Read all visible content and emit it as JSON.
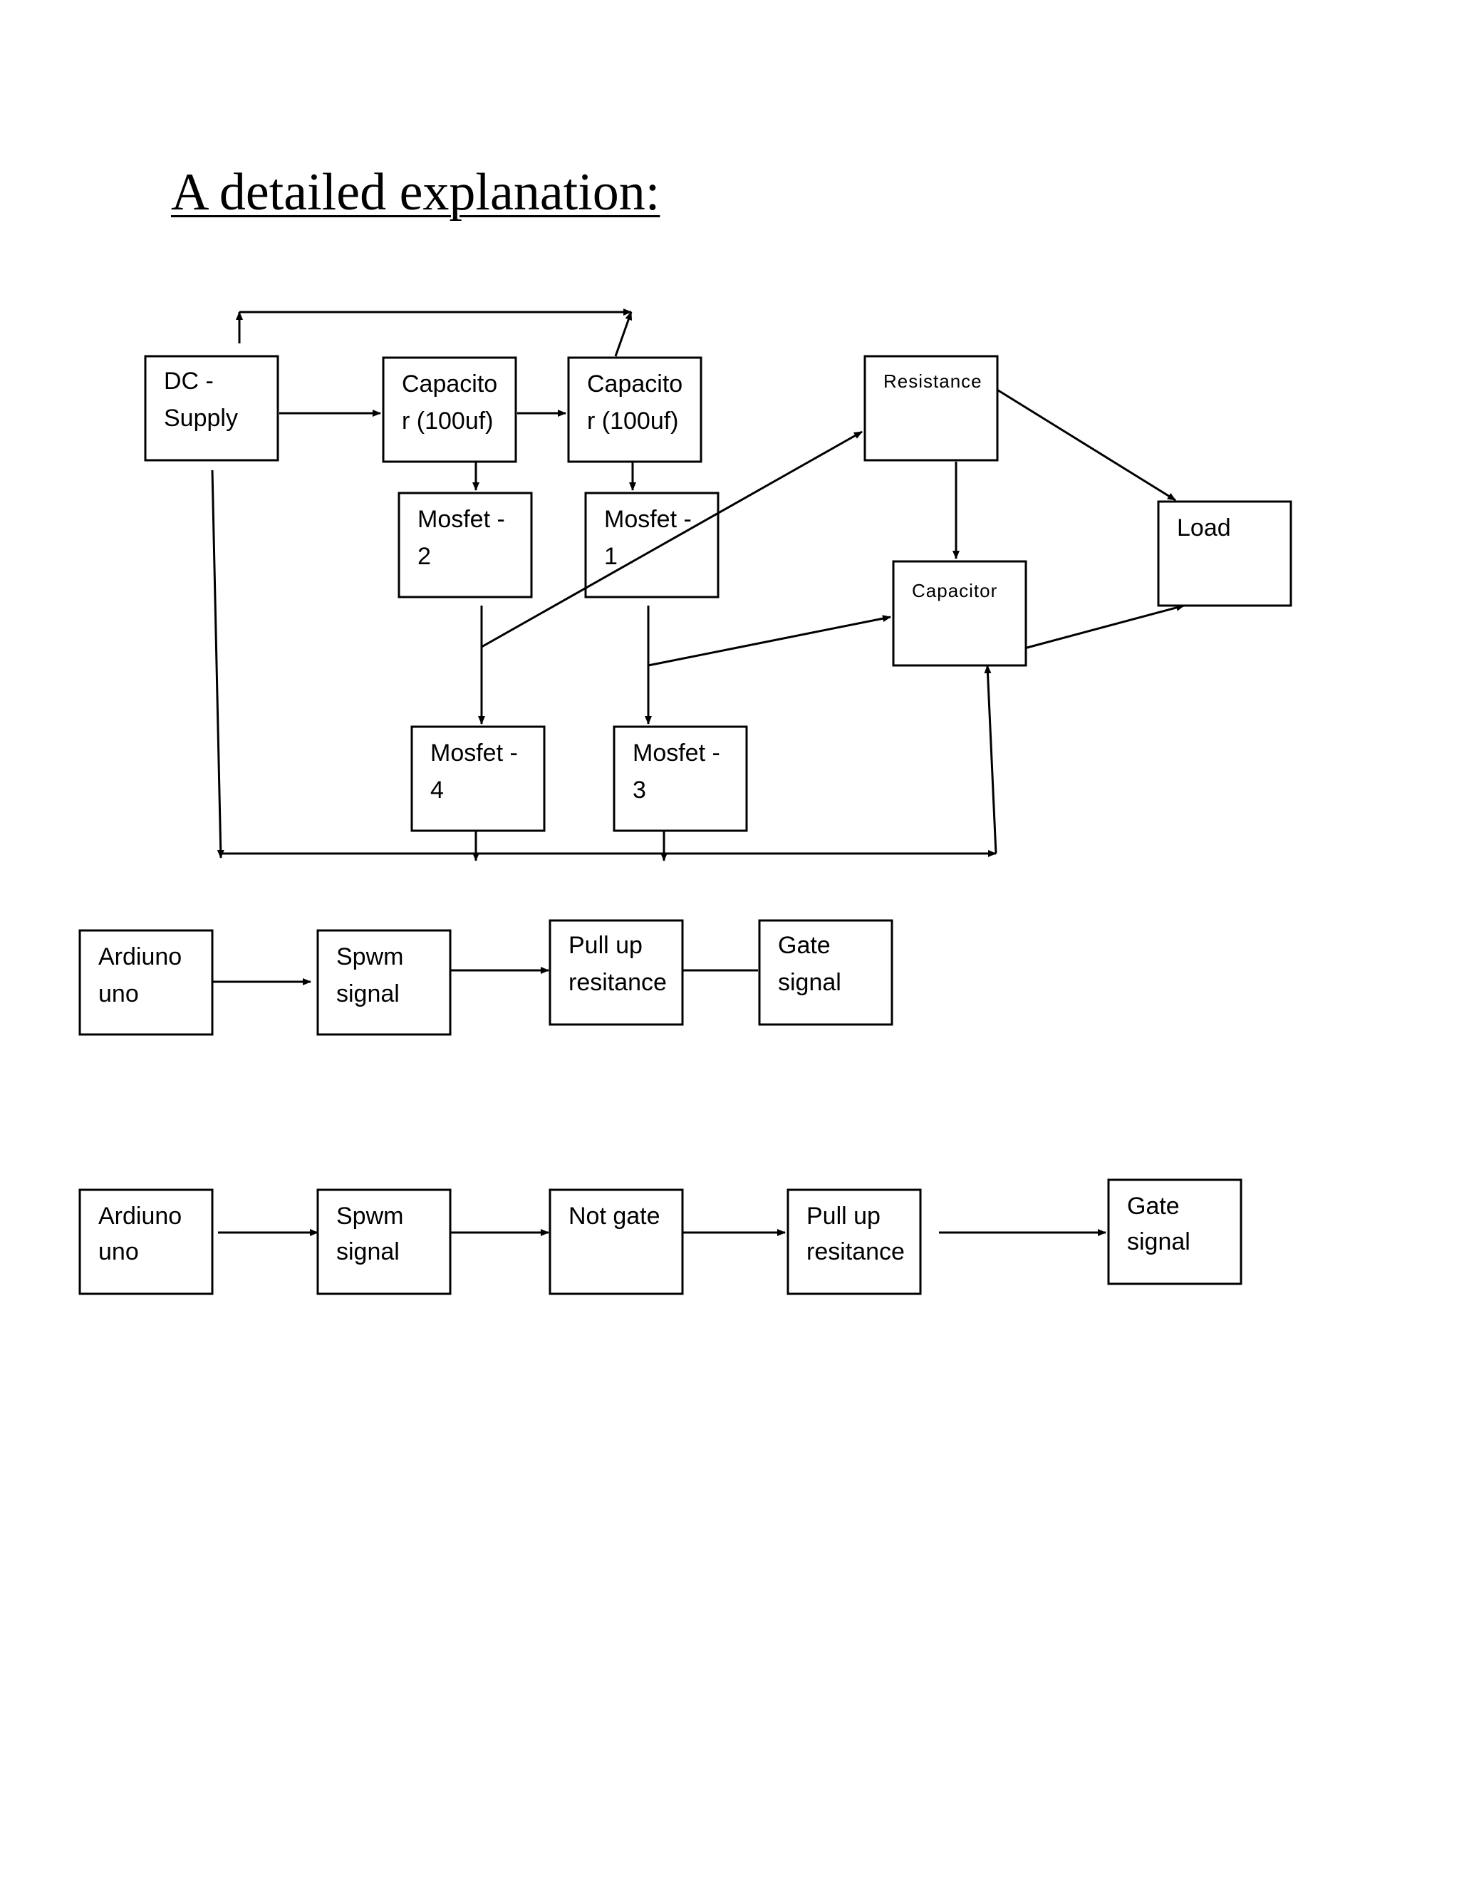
{
  "title": "A detailed explanation:",
  "nodes": {
    "dc_supply": [
      "DC -",
      "Supply"
    ],
    "cap1": [
      "Capacito",
      "r (100uf)"
    ],
    "cap2": [
      "Capacito",
      "r (100uf)"
    ],
    "resistance": [
      "Resistance"
    ],
    "mosfet2": [
      "Mosfet -",
      "2"
    ],
    "mosfet1": [
      "Mosfet -",
      "1"
    ],
    "load": [
      "Load"
    ],
    "capacitor": [
      "Capacitor"
    ],
    "mosfet4": [
      "Mosfet -",
      "4"
    ],
    "mosfet3": [
      "Mosfet -",
      "3"
    ],
    "r1_arduino": [
      "Ardiuno",
      "uno"
    ],
    "r1_spwm": [
      "Spwm",
      "signal"
    ],
    "r1_pullup": [
      "Pull up",
      "resitance"
    ],
    "r1_gate": [
      "Gate",
      "signal"
    ],
    "r2_arduino": [
      "Ardiuno",
      "uno"
    ],
    "r2_spwm": [
      "Spwm",
      "signal"
    ],
    "r2_notgate": [
      "Not gate"
    ],
    "r2_pullup": [
      "Pull up",
      "resitance"
    ],
    "r2_gate": [
      "Gate",
      "signal"
    ]
  }
}
